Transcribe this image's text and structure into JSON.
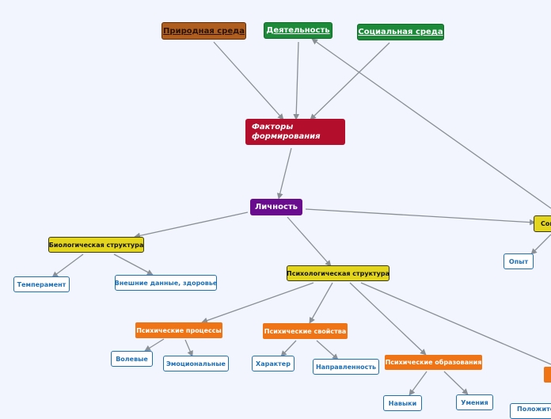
{
  "nodes": {
    "nature": "Природная среда",
    "activity": "Деятельность",
    "social_env": "Социальная среда",
    "factors": "Факторы формирования",
    "personality": "Личность",
    "social_cut": "Соц",
    "bio": "Биологическая структура",
    "temperament": "Темперамент",
    "appearance": "Внешние данные, здоровье",
    "experience": "Опыт",
    "psych": "Психологическая структура",
    "processes": "Психические процессы",
    "properties": "Психические свойства",
    "formations": "Психические образования",
    "volitional": "Волевые",
    "emotional": "Эмоциональные",
    "character": "Характер",
    "direction": "Направленность",
    "skills": "Навыки",
    "abilities": "Умения",
    "positive_cut": "Положите"
  },
  "colors": {
    "background": "#f2f5fd",
    "edge": "#8a8f96",
    "root": "#b30e2c",
    "center": "#6a0c8e",
    "structure": "#e3d51e",
    "category": "#ef7416",
    "leaf_border": "#1f6fb5"
  }
}
